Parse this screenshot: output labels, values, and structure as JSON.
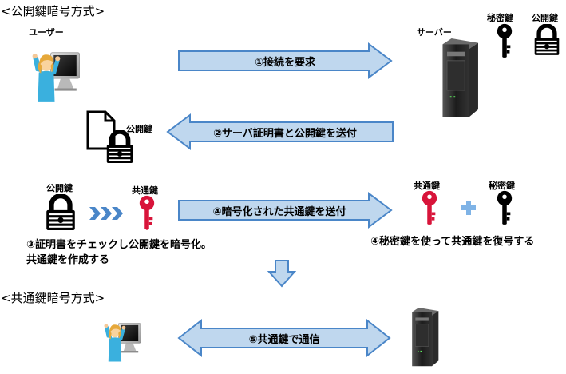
{
  "sections": {
    "public_key": "<公開鍵暗号方式>",
    "common_key": "<共通鍵暗号方式>"
  },
  "labels": {
    "user": "ユーザー",
    "server": "サーバー",
    "private_key": "秘密鍵",
    "public_key": "公開鍵",
    "cert_public_key": "公開鍵",
    "step3_public_key": "公開鍵",
    "step3_common_key": "共通鍵",
    "server_common_key": "共通鍵",
    "server_private_key": "秘密鍵"
  },
  "steps": {
    "step1": "①接続を要求",
    "step2": "②サーバ証明書と公開鍵を送付",
    "step3_line1": "③証明書をチェックし公開鍵を暗号化。",
    "step3_line2": "共通鍵を作成する",
    "step4": "④暗号化された共通鍵を送付",
    "step4_server": "④秘密鍵を使って共通鍵を復号する",
    "step5": "⑤共通鍵で通信"
  },
  "colors": {
    "arrow_fill": "#bfd7ee",
    "arrow_stroke": "#4a86c8",
    "common_key": "#d8143a",
    "plus": "#7fb3e6",
    "chevrons": "#4a86c8"
  }
}
